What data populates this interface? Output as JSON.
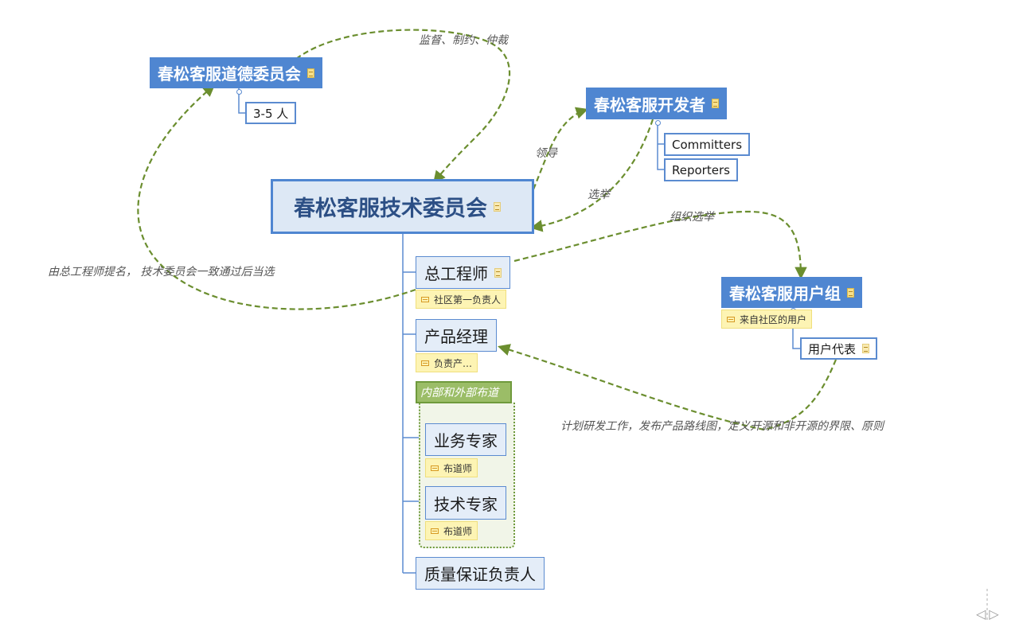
{
  "diagram": {
    "root": {
      "label": "春松客服技术委员会"
    },
    "ethics": {
      "label": "春松客服道德委员会",
      "child": "3-5 人"
    },
    "developers": {
      "label": "春松客服开发者",
      "children": [
        "Committers",
        "Reporters"
      ]
    },
    "users": {
      "label": "春松客服用户组",
      "note": "来自社区的用户",
      "child": "用户代表"
    },
    "chief_engineer": {
      "label": "总工程师",
      "note": "社区第一负责人"
    },
    "product_manager": {
      "label": "产品经理",
      "note": "负责产…"
    },
    "group": {
      "label": "内部和外部布道",
      "business": {
        "label": "业务专家",
        "note": "布道师"
      },
      "tech": {
        "label": "技术专家",
        "note": "布道师"
      }
    },
    "qa": {
      "label": "质量保证负责人"
    },
    "relations": {
      "supervise": "监督、制约、仲裁",
      "nominate": "由总工程师提名， 技术委员会一致通过后当选",
      "lead": "领导",
      "elect": "选举",
      "organize_elect": "组织选举",
      "plan": "计划研发工作，发布产品路线图，定义开源和非开源的界限、原则"
    }
  },
  "colors": {
    "node_blue": "#4f86d1",
    "root_fill": "#dde8f5",
    "subtopic_fill": "#e4edf8",
    "note_yellow": "#fdf4b4",
    "relation_green": "#6b8e2f",
    "group_green": "#9bbd67"
  },
  "icons": {
    "note": "note-icon",
    "document": "document-icon",
    "navigation": [
      "nav-prev-icon",
      "nav-next-icon"
    ]
  }
}
